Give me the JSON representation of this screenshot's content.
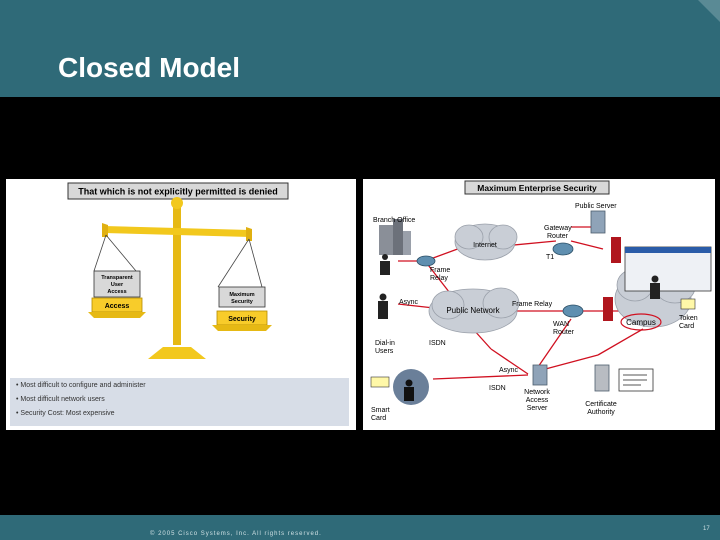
{
  "slide": {
    "title": "Closed Model",
    "copyright": "© 2005 Cisco Systems, Inc. All rights reserved.",
    "page_number": "17"
  },
  "left_panel": {
    "heading": "That which is not explicitly permitted is denied",
    "left_pan": {
      "label_lines": [
        "Transparent",
        "User",
        "Access"
      ],
      "badge": "Access"
    },
    "right_pan": {
      "label_lines": [
        "Maximum",
        "Security"
      ],
      "badge": "Security"
    },
    "bullets": [
      "Most difficult to configure and administer",
      "Most difficult network users",
      "Security Cost: Most expensive"
    ]
  },
  "right_panel": {
    "heading": "Maximum Enterprise Security",
    "labels": {
      "branch_office": [
        "Branch Office"
      ],
      "public_server": [
        "Public Server"
      ],
      "gateway_router": [
        "Gateway",
        "Router"
      ],
      "internet": [
        "Internet"
      ],
      "t1": [
        "T1"
      ],
      "frame_relay_left": [
        "Frame",
        "Relay"
      ],
      "async_top": [
        "Async"
      ],
      "public_network": [
        "Public Network"
      ],
      "frame_relay_right": [
        "Frame Relay"
      ],
      "wan_router": [
        "WAN",
        "Router"
      ],
      "campus": [
        "Campus"
      ],
      "token_card": [
        "Token",
        "Card"
      ],
      "dialin_users": [
        "Dial-in",
        "Users"
      ],
      "isdn_top": [
        "ISDN"
      ],
      "async_bottom": [
        "Async"
      ],
      "isdn_bottom": [
        "ISDN"
      ],
      "network_access_server": [
        "Network",
        "Access",
        "Server"
      ],
      "certificate_authority": [
        "Certificate",
        "Authority"
      ],
      "smart_card": [
        "Smart",
        "Card"
      ]
    }
  },
  "colors": {
    "header_bg": "#2f6a78",
    "scale_gold": "#f2c81d",
    "badge_yellow": "#f8cc2a",
    "link_red": "#d01020",
    "cloud_gray": "#c9ced6"
  }
}
